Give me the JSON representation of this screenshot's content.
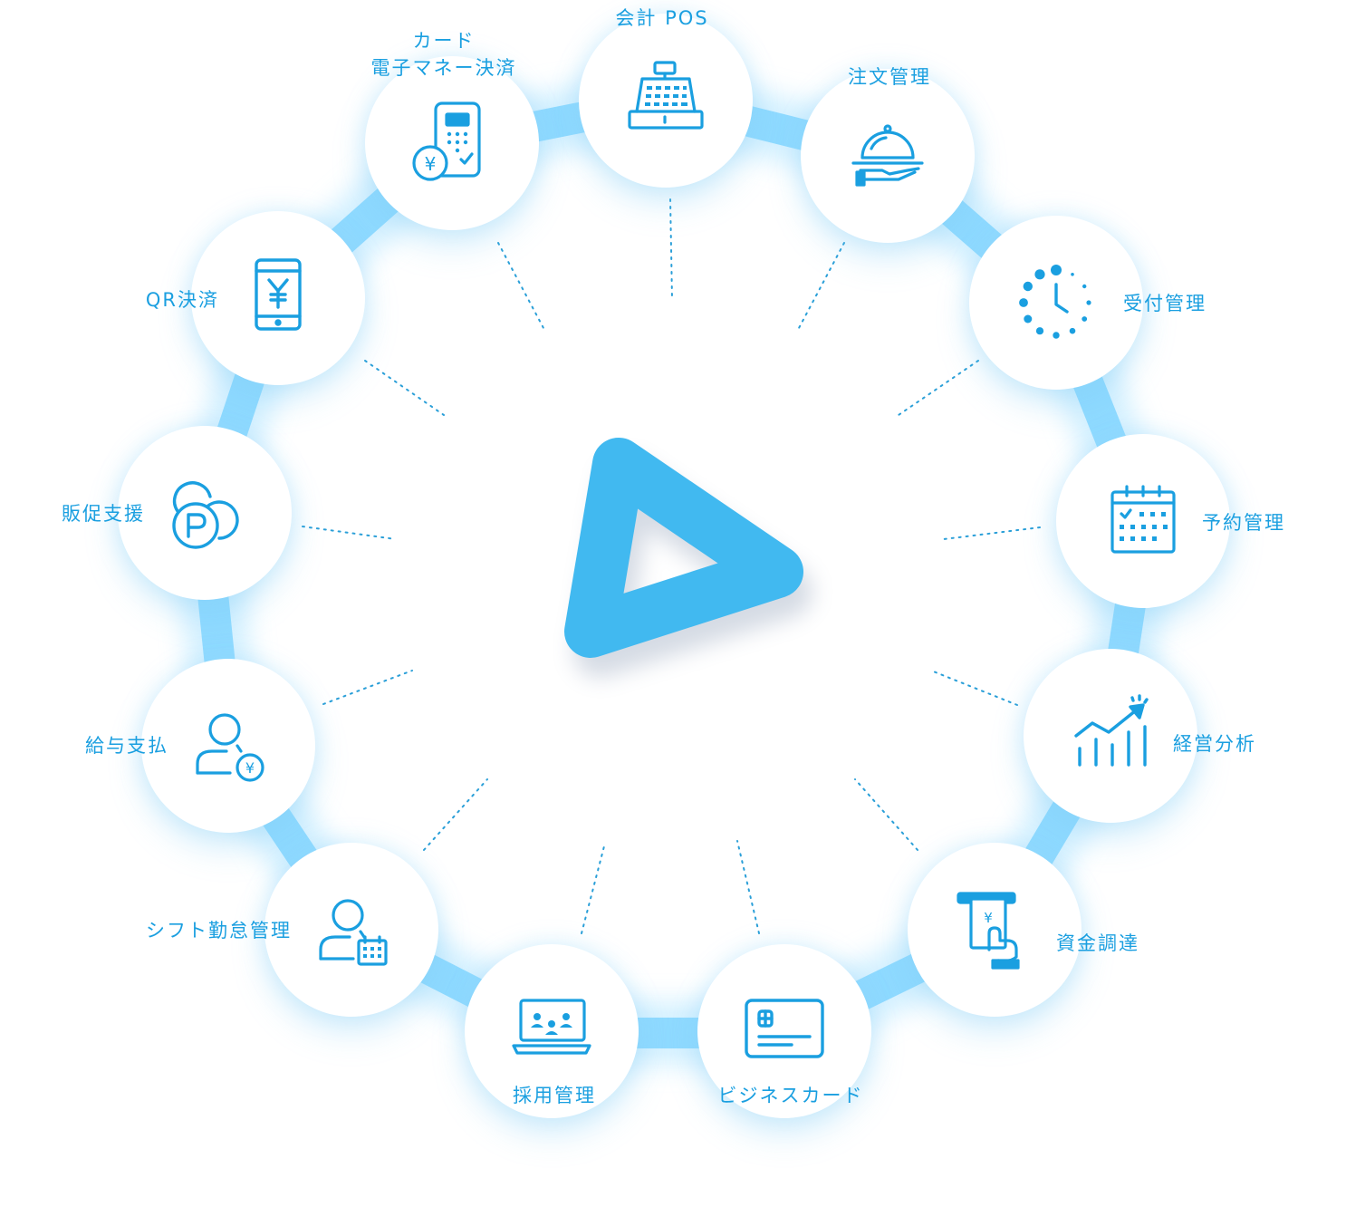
{
  "colors": {
    "accent": "#1a9fe0",
    "logo": "#41b9f0",
    "ring": "#8fdaff",
    "dots": "#2a9fd8"
  },
  "center_logo": {
    "icon": "play-triangle-logo"
  },
  "services": [
    {
      "id": "pos",
      "label": "会計 POS",
      "icon": "cash-register-icon"
    },
    {
      "id": "order",
      "label": "注文管理",
      "icon": "serving-cloche-icon"
    },
    {
      "id": "reception",
      "label": "受付管理",
      "icon": "dotted-clock-icon"
    },
    {
      "id": "reservation",
      "label": "予約管理",
      "icon": "calendar-icon"
    },
    {
      "id": "analytics",
      "label": "経営分析",
      "icon": "growth-chart-icon"
    },
    {
      "id": "funding",
      "label": "資金調達",
      "icon": "atm-cash-icon"
    },
    {
      "id": "business_card",
      "label": "ビジネスカード",
      "icon": "credit-card-icon"
    },
    {
      "id": "recruiting",
      "label": "採用管理",
      "icon": "online-meeting-icon"
    },
    {
      "id": "shift",
      "label": "シフト勤怠管理",
      "icon": "person-calendar-icon"
    },
    {
      "id": "payroll",
      "label": "給与支払",
      "icon": "person-yen-icon"
    },
    {
      "id": "promotion",
      "label": "販促支援",
      "icon": "point-coins-icon"
    },
    {
      "id": "qr",
      "label": "QR決済",
      "icon": "smartphone-yen-icon"
    },
    {
      "id": "card",
      "label_lines": [
        "カード",
        "電子マネー決済"
      ],
      "icon": "card-terminal-yen-icon"
    }
  ]
}
